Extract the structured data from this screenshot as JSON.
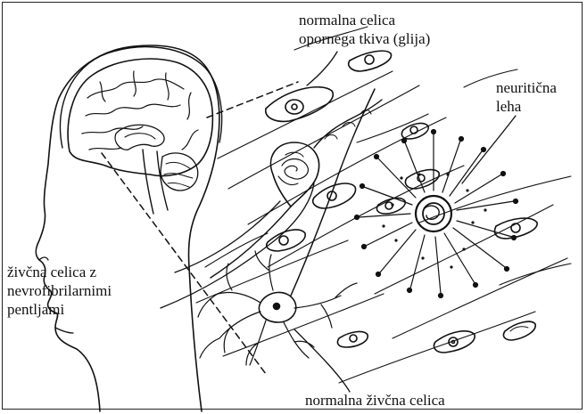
{
  "labels": {
    "glia": [
      "normalna celica",
      "opornega tkiva (glija)"
    ],
    "plaque": [
      "neuritična",
      "leha"
    ],
    "tangle": [
      "živčna celica z",
      "nevrofibrilarnimi",
      "pentljami"
    ],
    "neuron": [
      "normalna živčna celica"
    ]
  },
  "colors": {
    "ink": "#111111",
    "background": "#ffffff"
  }
}
